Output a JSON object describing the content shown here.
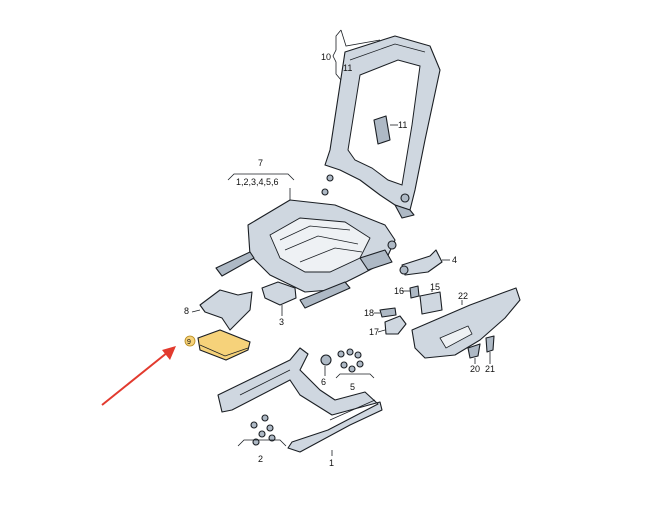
{
  "labels": {
    "l10": "10",
    "l11a": "11",
    "l11b": "11",
    "l7": "7",
    "l7sub": "1,2,3,4,5,6",
    "l4": "4",
    "l8": "8",
    "l3": "3",
    "l9": "9",
    "l16": "16",
    "l15": "15",
    "l22": "22",
    "l18": "18",
    "l17": "17",
    "l6": "6",
    "l5": "5",
    "l20": "20",
    "l21": "21",
    "l2": "2",
    "l1": "1"
  },
  "colors": {
    "part": "#cfd7e0",
    "highlight": "#f6d27a",
    "arrow": "#e23a2e"
  }
}
